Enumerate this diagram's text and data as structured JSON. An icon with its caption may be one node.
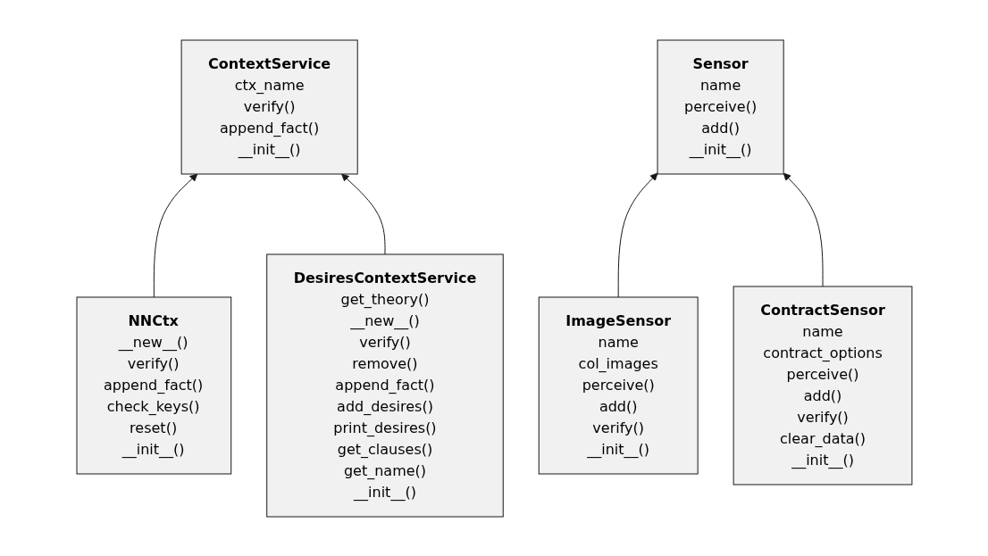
{
  "diagram": {
    "nodes": [
      {
        "text": [
          "ContextService",
          "ctx_name",
          "verify()",
          "append_fact()",
          "__init__()"
        ]
      },
      {
        "text": [
          "Sensor",
          "name",
          "perceive()",
          "add()",
          "__init__()"
        ]
      },
      {
        "text": [
          "NNCtx",
          "__new__()",
          "verify()",
          "append_fact()",
          "check_keys()",
          "reset()",
          "__init__()"
        ]
      },
      {
        "text": [
          "DesiresContextService",
          "get_theory()",
          "__new__()",
          "verify()",
          "remove()",
          "append_fact()",
          "add_desires()",
          "print_desires()",
          "get_clauses()",
          "get_name()",
          "__init__()"
        ]
      },
      {
        "text": [
          "ImageSensor",
          "name",
          "col_images",
          "perceive()",
          "add()",
          "verify()",
          "__init__()"
        ]
      },
      {
        "text": [
          "ContractSensor",
          "name",
          "contract_options",
          "perceive()",
          "add()",
          "verify()",
          "clear_data()",
          "__init__()"
        ]
      }
    ],
    "edges": [
      {
        "from": 2,
        "to": 0,
        "arrow": "to"
      },
      {
        "from": 3,
        "to": 0,
        "arrow": "to"
      },
      {
        "from": 4,
        "to": 1,
        "arrow": "to"
      },
      {
        "from": 5,
        "to": 1,
        "arrow": "to"
      }
    ]
  }
}
